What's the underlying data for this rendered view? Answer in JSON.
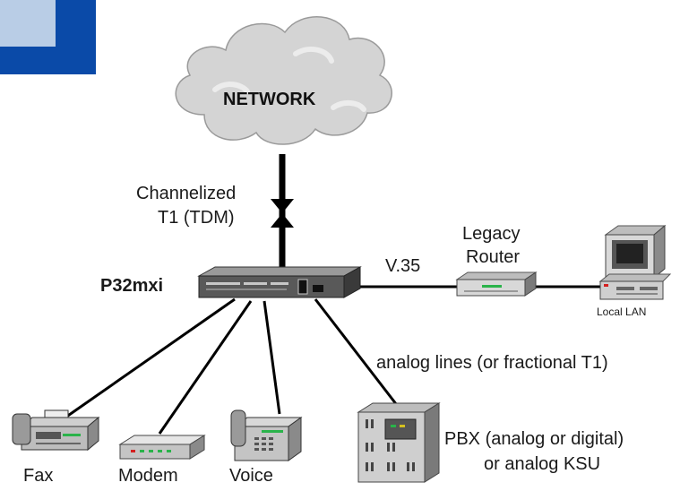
{
  "colors": {
    "corner_dark": "#0a4aa8",
    "corner_light": "#b9cde6",
    "cloud_fill": "#d4d4d4",
    "device_dark": "#4a4a4a",
    "device_light": "#d8d8d8",
    "line": "#000000"
  },
  "cloud": {
    "label": "NETWORK",
    "icon": "cloud-icon"
  },
  "link_labels": {
    "channelized_line1": "Channelized",
    "channelized_line2": "T1 (TDM)",
    "v35": "V.35",
    "analog_lines": "analog lines (or fractional T1)"
  },
  "devices": {
    "p32mxi": {
      "label": "P32mxi",
      "icon": "multiplexer-icon"
    },
    "router": {
      "label_line1": "Legacy",
      "label_line2": "Router",
      "icon": "router-icon"
    },
    "lan": {
      "label": "Local LAN",
      "icon": "computer-icon"
    },
    "fax": {
      "label": "Fax",
      "icon": "fax-icon"
    },
    "modem": {
      "label": "Modem",
      "icon": "modem-icon"
    },
    "voice": {
      "label": "Voice",
      "icon": "telephone-icon"
    },
    "pbx": {
      "label_line1": "PBX (analog or digital)",
      "label_line2": "or analog KSU",
      "icon": "pbx-icon"
    }
  }
}
